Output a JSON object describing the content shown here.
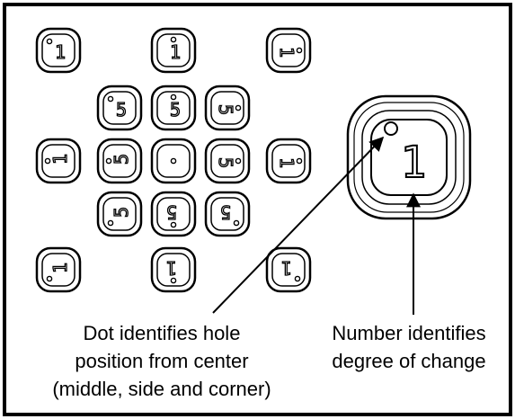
{
  "pieces": [
    {
      "id": "tl-corner",
      "label": "1",
      "rot": 0
    },
    {
      "id": "top-middle",
      "label": "1",
      "rot": 0
    },
    {
      "id": "tr-corner",
      "label": "1",
      "rot": 90
    },
    {
      "id": "in-tl",
      "label": "5",
      "rot": 0
    },
    {
      "id": "in-top",
      "label": "5",
      "rot": 0
    },
    {
      "id": "in-tr",
      "label": "5",
      "rot": 90
    },
    {
      "id": "left-middle",
      "label": "1",
      "rot": -90
    },
    {
      "id": "in-left",
      "label": "5",
      "rot": -90
    },
    {
      "id": "center",
      "label": "",
      "rot": 0
    },
    {
      "id": "in-right",
      "label": "5",
      "rot": 90
    },
    {
      "id": "right-middle",
      "label": "1",
      "rot": 90
    },
    {
      "id": "in-bl",
      "label": "5",
      "rot": -90
    },
    {
      "id": "in-bottom",
      "label": "5",
      "rot": 180
    },
    {
      "id": "in-br",
      "label": "5",
      "rot": 180
    },
    {
      "id": "bl-corner",
      "label": "1",
      "rot": -90
    },
    {
      "id": "bottom-middle",
      "label": "1",
      "rot": 180
    },
    {
      "id": "br-corner",
      "label": "1",
      "rot": 180
    }
  ],
  "detail": {
    "label": "1"
  },
  "captions": {
    "dot": [
      "Dot identifies hole",
      "position from center",
      "(middle, side and corner)"
    ],
    "number": [
      "Number identifies",
      "degree of change"
    ]
  }
}
